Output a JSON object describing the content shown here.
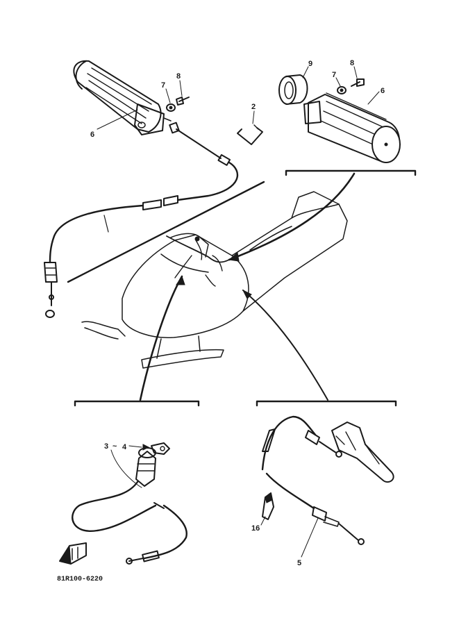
{
  "callouts": {
    "left_grip": "6",
    "left_washer": "7",
    "left_screw": "8",
    "clip": "2",
    "right_ring": "9",
    "right_washer": "7",
    "right_screw": "8",
    "right_grip": "6",
    "switch_assy": "3",
    "switch_dash": "~",
    "switch_key": "4",
    "brake_cable": "5",
    "cable_tie": "16"
  },
  "part_code": "81R100-6220",
  "colors": {
    "ink": "#1a1a1a",
    "paper": "#ffffff"
  }
}
